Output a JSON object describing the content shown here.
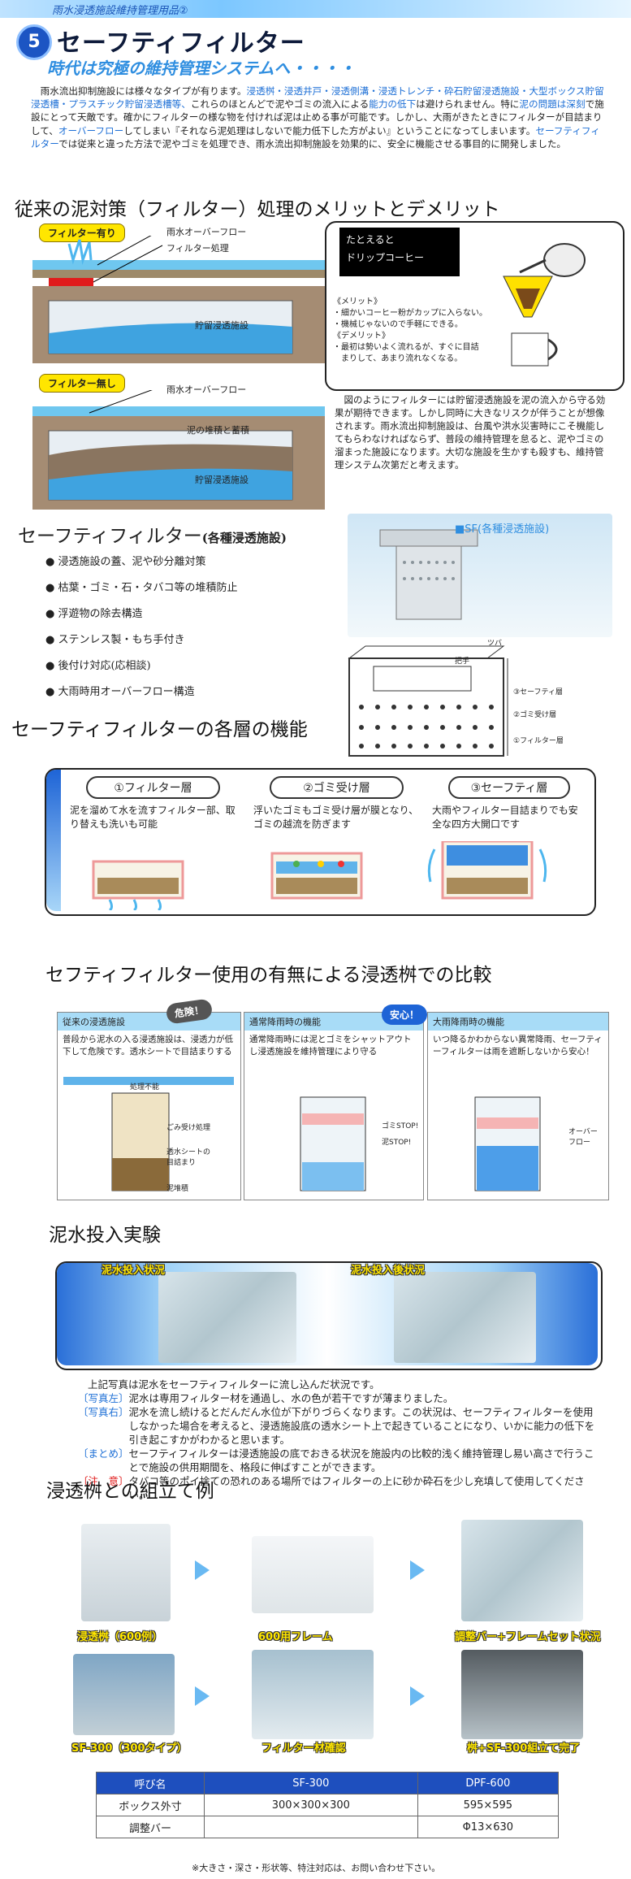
{
  "header": {
    "tagline": "雨水浸透施設維持管理用品②",
    "number": "5",
    "title": "セーフティフィルター",
    "subtitle": "時代は究極の維持管理システムへ・・・・"
  },
  "intro": {
    "p1": "雨水流出抑制施設には様々なタイプが有ります。",
    "p1_blue": "浸透桝・浸透井戸・浸透側溝・浸透トレンチ・砕石貯留浸透施設・大型ボックス貯留浸透槽・プラスチック貯留浸透槽等、",
    "p2": "これらのほとんどで泥やゴミの流入による",
    "p2_blue": "能力の低下",
    "p3": "は避けられません。特に",
    "p3_blue": "泥の問題は深刻",
    "p4": "で施設にとって天敵です。確かにフィルターの様な物を付ければ泥は止める事が可能です。しかし、大雨がきたときにフィルターが目詰まりして、",
    "p4_blue": "オーバーフロー",
    "p5": "してしまい『それなら泥処理はしないで能力低下した方がよい』ということになってしまいます。",
    "p5_blue": "セーフティフィルター",
    "p6": "では従来と違った方法で泥やゴミを処理でき、雨水流出抑制施設を効果的に、安全に機能させる事目的に開発しました。"
  },
  "section1": {
    "title": "従来の泥対策（フィルター）処理のメリットとデメリット",
    "with_filter": "フィルター有り",
    "without_filter": "フィルター無し",
    "overflow": "雨水オーバーフロー",
    "filter_processing": "フィルター処理",
    "storage": "貯留浸透施設",
    "mud": "泥の堆積と蓄積",
    "coffee_title_1": "たとえると",
    "coffee_title_2": "ドリップコーヒー",
    "merit_head": "《メリット》",
    "merit_1": "・細かいコーヒー粉がカップに入らない。",
    "merit_2": "・機械じゃないので手軽にできる。",
    "demerit_head": "《デメリット》",
    "demerit_1": "・最初は勢いよく流れるが、すぐに目詰",
    "demerit_2": "　まりして、あまり流れなくなる。",
    "explain": "図のようにフィルターには貯留浸透施設を泥の流入から守る効果が期待できます。しかし同時に大きなリスクが伴うことが想像されます。雨水流出抑制施設は、台風や洪水災害時にこそ機能してもらわなければならず、普段の維持管理を怠ると、泥やゴミの溜まった施設になります。大切な施設を生かすも殺すも、維持管理システム次第だと考えます。"
  },
  "section2": {
    "title": "セーフティフィルター",
    "title_small": "(各種浸透施設)",
    "features": [
      "浸透施設の蓋、泥や砂分離対策",
      "枯葉・ゴミ・石・タバコ等の堆積防止",
      "浮遊物の除去構造",
      "ステンレス製・もち手付き",
      "後付け対応(応相談)",
      "大雨時用オーバーフロー構造"
    ],
    "photo_label": "■SF(各種浸透施設)",
    "lbl_tsuba": "ツバ",
    "lbl_handle": "把手",
    "lbl_l3": "③セーフティ層",
    "lbl_l2": "②ゴミ受け層",
    "lbl_l1": "①フィルター層"
  },
  "section3": {
    "title": "セーフティフィルターの各層の機能",
    "layers": [
      {
        "name": "①フィルター層",
        "desc": "泥を溜めて水を流すフィルター部、取り替えも洗いも可能"
      },
      {
        "name": "②ゴミ受け層",
        "desc": "浮いたゴミもゴミ受け層が膜となり、ゴミの越流を防ぎます"
      },
      {
        "name": "③セーフティ層",
        "desc": "大雨やフィルター目詰まりでも安全な四方大開口です"
      }
    ]
  },
  "section4": {
    "title": "セフティフィルター使用の有無による浸透桝での比較",
    "cols": [
      {
        "head": "従来の浸透施設",
        "badge": "危険！",
        "desc": "普段から泥水の入る浸透施設は、浸透力が低下して危険です。透水シートで目詰まりする",
        "labels": [
          "処理不能",
          "ごみ受け処理",
          "透水シートの目詰まり",
          "泥堆積"
        ]
      },
      {
        "head": "通常降雨時の機能",
        "badge": "安心！",
        "desc": "通常降雨時には泥とゴミをシャットアウトし浸透施設を維持管理により守る",
        "labels": [
          "ゴミSTOP!",
          "泥STOP!"
        ]
      },
      {
        "head": "大雨降雨時の機能",
        "badge": "",
        "desc": "いつ降るかわからない異常降雨、セーフティーフィルターは雨を遮断しないから安心！",
        "labels": [
          "オーバーフロー"
        ]
      }
    ]
  },
  "section5": {
    "title": "泥水投入実験",
    "photo1": "泥水投入状況",
    "photo2": "泥水投入後状況",
    "lead": "上記写真は泥水をセーフティフィルターに流し込んだ状況です。",
    "notes": [
      {
        "label": "〔写真左〕",
        "text": "泥水は専用フィルター材を通過し、水の色が若干ですが薄まりました。",
        "red": false
      },
      {
        "label": "〔写真右〕",
        "text": "泥水を流し続けるとだんだん水位が下がりづらくなります。この状況は、セーフティフィルターを使用しなかった場合を考えると、浸透施設底の透水シート上で起きていることになり、いかに能力の低下を引き起こすかがわかると思います。",
        "red": false
      },
      {
        "label": "〔まとめ〕",
        "text": "セーフティフィルターは浸透施設の底でおきる状況を施設内の比較的浅く維持管理し易い高さで行うことで施設の供用期間を、格段に伸ばすことができます。",
        "red": false
      },
      {
        "label": "〔注　意〕",
        "text": "タバコ等のポイ捨ての恐れのある場所ではフィルターの上に砂か砕石を少し充填して使用してください。",
        "red": true
      }
    ]
  },
  "section6": {
    "title": "浸透桝との組立て例",
    "row1": [
      "浸透桝（600例）",
      "600用フレーム",
      "調整バー+フレームセット状況"
    ],
    "row2": [
      "SF-300（300タイプ）",
      "フィルター材確認",
      "桝+SF-300組立て完了"
    ]
  },
  "spec": {
    "headers": [
      "呼び名",
      "SF-300",
      "DPF-600"
    ],
    "rows": [
      [
        "ボックス外寸",
        "300×300×300",
        "595×595"
      ],
      [
        "調整バー",
        "",
        "Φ13×630"
      ]
    ],
    "footnote": "※大きさ・深さ・形状等、特注対応は、お問い合わせ下さい。"
  }
}
